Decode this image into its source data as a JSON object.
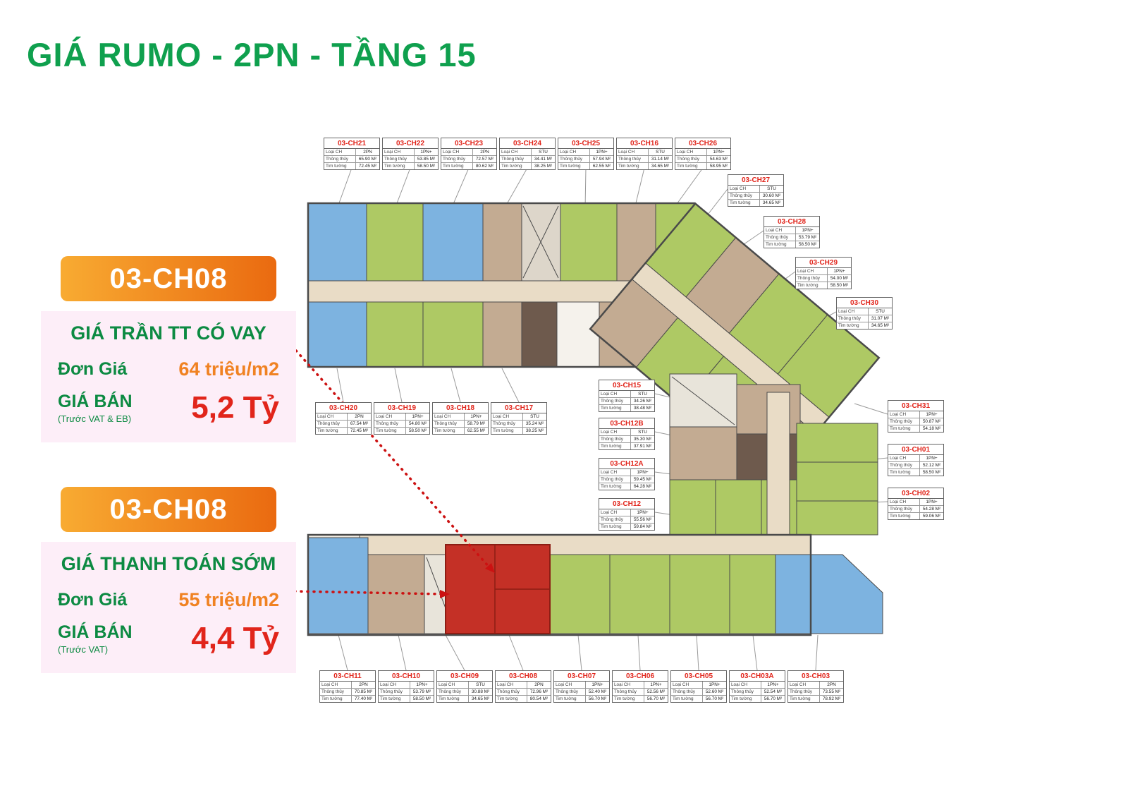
{
  "title": "GIÁ RUMO - 2PN - TẦNG 15",
  "field_labels": {
    "loai": "Loại CH",
    "thongthuy": "Thông thủy",
    "timtuong": "Tim tường"
  },
  "promos": {
    "p1": {
      "unit": "03-CH08",
      "heading": "GIÁ TRẦN TT CÓ VAY",
      "don_gia_label": "Đơn Giá",
      "don_gia_value": "64 triệu/m2",
      "gia_ban_label": "GIÁ BÁN",
      "gia_ban_note": "(Trước VAT & EB)",
      "gia_ban_value": "5,2 Tỷ"
    },
    "p2": {
      "unit": "03-CH08",
      "heading": "GIÁ THANH TOÁN SỚM",
      "don_gia_label": "Đơn Giá",
      "don_gia_value": "55 triệu/m2",
      "gia_ban_label": "GIÁ BÁN",
      "gia_ban_note": "(Trước VAT)",
      "gia_ban_value": "4,4 Tỷ"
    }
  },
  "units": [
    {
      "name": "03-CH21",
      "type": "2PN",
      "clear": "65.90 M²",
      "wall": "72.45 M²"
    },
    {
      "name": "03-CH22",
      "type": "1PN+",
      "clear": "53.85 M²",
      "wall": "58.50 M²"
    },
    {
      "name": "03-CH23",
      "type": "2PN",
      "clear": "72.57 M²",
      "wall": "80.62 M²"
    },
    {
      "name": "03-CH24",
      "type": "STU",
      "clear": "34.41 M²",
      "wall": "38.25 M²"
    },
    {
      "name": "03-CH25",
      "type": "1PN+",
      "clear": "57.94 M²",
      "wall": "62.55 M²"
    },
    {
      "name": "03-CH16",
      "type": "STU",
      "clear": "31.14 M²",
      "wall": "34.65 M²"
    },
    {
      "name": "03-CH26",
      "type": "1PN+",
      "clear": "54.63 M²",
      "wall": "58.95 M²"
    },
    {
      "name": "03-CH27",
      "type": "STU",
      "clear": "30.60 M²",
      "wall": "34.65 M²"
    },
    {
      "name": "03-CH28",
      "type": "1PN+",
      "clear": "53.79 M²",
      "wall": "58.50 M²"
    },
    {
      "name": "03-CH29",
      "type": "1PN+",
      "clear": "54.00 M²",
      "wall": "58.50 M²"
    },
    {
      "name": "03-CH30",
      "type": "STU",
      "clear": "31.07 M²",
      "wall": "34.65 M²"
    },
    {
      "name": "03-CH20",
      "type": "2PN",
      "clear": "67.54 M²",
      "wall": "72.45 M²"
    },
    {
      "name": "03-CH19",
      "type": "1PN+",
      "clear": "54.80 M²",
      "wall": "58.50 M²"
    },
    {
      "name": "03-CH18",
      "type": "1PN+",
      "clear": "58.79 M²",
      "wall": "62.55 M²"
    },
    {
      "name": "03-CH17",
      "type": "STU",
      "clear": "35.24 M²",
      "wall": "38.25 M²"
    },
    {
      "name": "03-CH15",
      "type": "STU",
      "clear": "34.26 M²",
      "wall": "38.48 M²"
    },
    {
      "name": "03-CH12B",
      "type": "STU",
      "clear": "35.30 M²",
      "wall": "37.91 M²"
    },
    {
      "name": "03-CH12A",
      "type": "1PN+",
      "clear": "59.45 M²",
      "wall": "64.28 M²"
    },
    {
      "name": "03-CH12",
      "type": "1PN+",
      "clear": "55.56 M²",
      "wall": "59.84 M²"
    },
    {
      "name": "03-CH31",
      "type": "1PN+",
      "clear": "50.87 M²",
      "wall": "54.18 M²"
    },
    {
      "name": "03-CH01",
      "type": "1PN+",
      "clear": "52.12 M²",
      "wall": "58.50 M²"
    },
    {
      "name": "03-CH02",
      "type": "1PN+",
      "clear": "54.28 M²",
      "wall": "59.06 M²"
    },
    {
      "name": "03-CH11",
      "type": "2PN",
      "clear": "70.85 M²",
      "wall": "77.40 M²"
    },
    {
      "name": "03-CH10",
      "type": "1PN+",
      "clear": "53.79 M²",
      "wall": "58.50 M²"
    },
    {
      "name": "03-CH09",
      "type": "STU",
      "clear": "30.88 M²",
      "wall": "34.65 M²"
    },
    {
      "name": "03-CH08",
      "type": "2PN",
      "clear": "72.96 M²",
      "wall": "80.54 M²"
    },
    {
      "name": "03-CH07",
      "type": "1PN+",
      "clear": "52.40 M²",
      "wall": "56.70 M²"
    },
    {
      "name": "03-CH06",
      "type": "1PN+",
      "clear": "52.56 M²",
      "wall": "56.70 M²"
    },
    {
      "name": "03-CH05",
      "type": "1PN+",
      "clear": "52.60 M²",
      "wall": "56.70 M²"
    },
    {
      "name": "03-CH03A",
      "type": "1PN+",
      "clear": "52.54 M²",
      "wall": "56.70 M²"
    },
    {
      "name": "03-CH03",
      "type": "2PN",
      "clear": "73.55 M²",
      "wall": "78.92 M²"
    }
  ],
  "colors": {
    "title_green": "#0fa04e",
    "banner_orange_start": "#f8ab32",
    "banner_orange_end": "#ea6a10",
    "panel_pink": "#fdeef8",
    "price_red": "#e1251b",
    "value_orange": "#f08222",
    "highlight_unit_red": "#c43026",
    "unit_blue": "#7db3e0",
    "unit_green": "#aec964",
    "unit_tan": "#c3ab92",
    "corridor_beige": "#e9dcc6"
  }
}
